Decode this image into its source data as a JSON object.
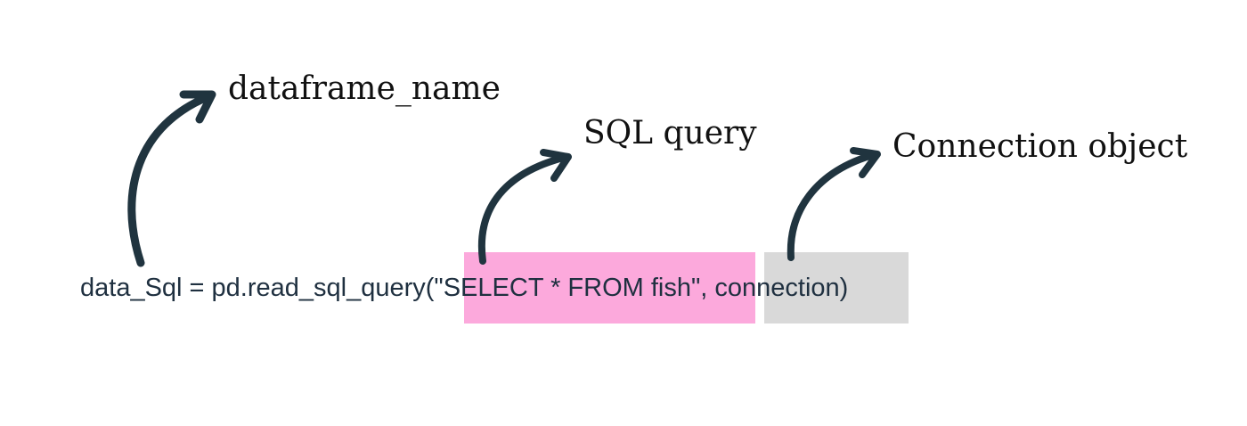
{
  "labels": {
    "dataframe_name": "dataframe_name",
    "sql_query": "SQL query",
    "connection_object": "Connection object"
  },
  "code": {
    "prefix": "data_Sql = pd.read_sql_query(",
    "query": "\"SELECT * FROM fish\"",
    "separator": ", ",
    "connection": "connection",
    "suffix": ")"
  },
  "colors": {
    "text_code": "#1f3040",
    "arrow": "#20343f",
    "highlight_query": "#fca9dc",
    "highlight_connection": "#d9d9d9"
  },
  "icons": [
    "curved-arrow-icon"
  ]
}
